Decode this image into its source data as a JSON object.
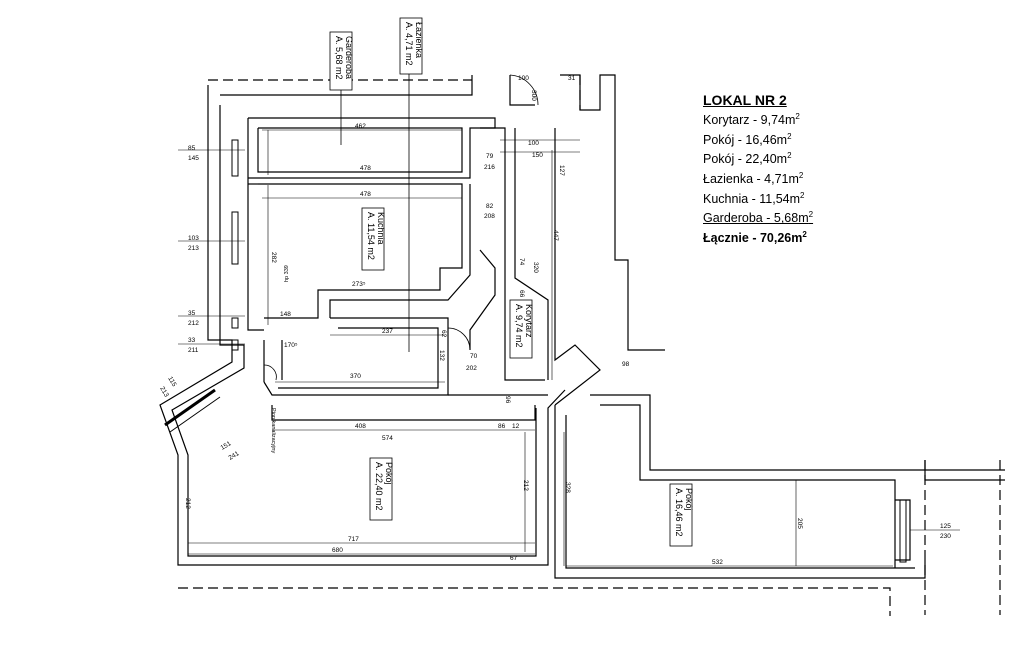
{
  "legend": {
    "title": "LOKAL NR 2",
    "rows": [
      {
        "label": "Korytarz - 9,74m",
        "sup": "2"
      },
      {
        "label": "Pokój - 16,46m",
        "sup": "2"
      },
      {
        "label": "Pokój - 22,40m",
        "sup": "2"
      },
      {
        "label": "Łazienka - 4,71m",
        "sup": "2"
      },
      {
        "label": "Kuchnia - 11,54m",
        "sup": "2"
      },
      {
        "label": "Garderoba - 5,68m",
        "sup": "2"
      }
    ],
    "total": {
      "label": "Łącznie - 70,26m",
      "sup": "2"
    }
  },
  "rooms": {
    "garderoba": {
      "name": "Garderoba",
      "area": "A. 5,68 m2"
    },
    "lazienka": {
      "name": "Łazienka",
      "area": "A. 4,71 m2"
    },
    "kuchnia": {
      "name": "Kuchnia",
      "area": "A. 11,54 m2"
    },
    "korytarz": {
      "name": "Korytarz",
      "area": "A. 9,74 m2"
    },
    "pokoj_big": {
      "name": "Pokój",
      "area": "A. 22,40 m2"
    },
    "pokoj_small": {
      "name": "Pokój",
      "area": "A. 16,46 m2"
    }
  },
  "notes": {
    "pion": "Pion kanalizacyjny",
    "h1": "hp 339"
  },
  "dimensions": {
    "d462": "462",
    "d478a": "478",
    "d478b": "478",
    "d2737": "273⁵",
    "d237": "237",
    "d370": "370",
    "d1705": "170⁵",
    "d148": "148",
    "d408": "408",
    "d574": "574",
    "d717": "717",
    "d680": "680",
    "d532": "532",
    "d67": "67",
    "d328": "328",
    "d212a": "212",
    "d212b": "212",
    "d205": "205",
    "d100a": "100",
    "d100b": "100",
    "d150": "150",
    "d31": "31",
    "d300": "300",
    "d447": "447",
    "d320": "320",
    "d127": "127",
    "d216": "216",
    "d208": "208",
    "d79": "79",
    "d82": "82",
    "d202": "202",
    "d70": "70",
    "d96": "96",
    "d86": "86",
    "d12": "12",
    "d98": "98",
    "d85": "85",
    "d145": "145",
    "d103": "103",
    "d213a": "213",
    "d35": "35",
    "d212c": "212",
    "d33": "33",
    "d211": "211",
    "d115": "115",
    "d213b": "213",
    "d125": "125",
    "d230": "230",
    "d151": "151",
    "d241": "241",
    "d282": "282",
    "d132": "132",
    "d62": "62",
    "d74": "74",
    "d66": "66"
  }
}
